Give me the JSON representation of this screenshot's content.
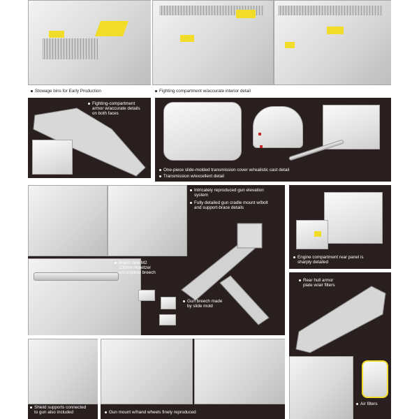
{
  "captions": {
    "stowage": "Stowage bins for Early Production",
    "fighting_compartment": "Fighting compartment w/accurate interior detail",
    "armor_line1": "Fighting-compartment",
    "armor_line2": "armor w/accurate details",
    "armor_line3": "on both faces",
    "transmission_cover": "One-piece slide-molded transmission cover w/realistic cast detail",
    "transmission": "Transmission w/excellent detail",
    "gun_elevation_line1": "Intricately reproduced gun elevation",
    "gun_elevation_line2": "system",
    "gun_cradle_line1": "Fully detailed gun cradle mount w/bolt",
    "gun_cradle_line2": "and support-brace details",
    "howitzer_line1": "Brand new M2",
    "howitzer_line2": "105mm howitzer",
    "howitzer_line3": "w/complete breech",
    "breech_line1": "Gun breech made",
    "breech_line2": "by slide mold",
    "engine_line1": "Engine compartment rear panel is",
    "engine_line2": "sharply detailed",
    "rear_hull_line1": "Rear hull armor",
    "rear_hull_line2": "plate w/air filters",
    "shield_line1": "Shield supports connected",
    "shield_line2": "to gun also included",
    "gun_mount": "Gun mount w/hand wheels finely reproduced",
    "air_filters": "Air filters"
  },
  "colors": {
    "panel_dark": "#2a1f1f",
    "highlight_yellow": "#f2dc2a",
    "model_grey": "#d9d9d9"
  }
}
